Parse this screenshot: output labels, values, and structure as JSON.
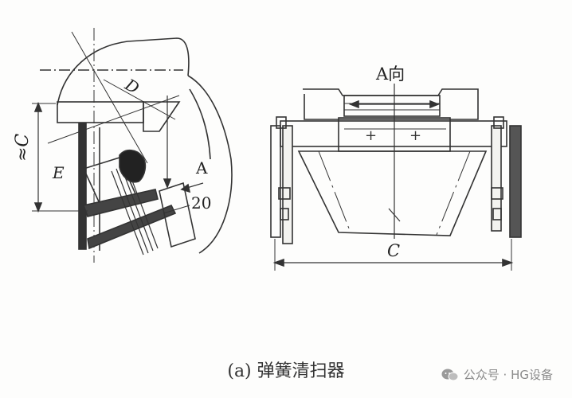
{
  "labels": {
    "c_left": "≈C",
    "e": "E",
    "d": "D",
    "a": "A",
    "twenty": "20",
    "a_direction": "A向",
    "c_bottom": "C"
  },
  "caption": "(a) 弹簧清扫器",
  "watermark": "公众号 · HG设备",
  "icons": [
    "wechat-icon"
  ]
}
